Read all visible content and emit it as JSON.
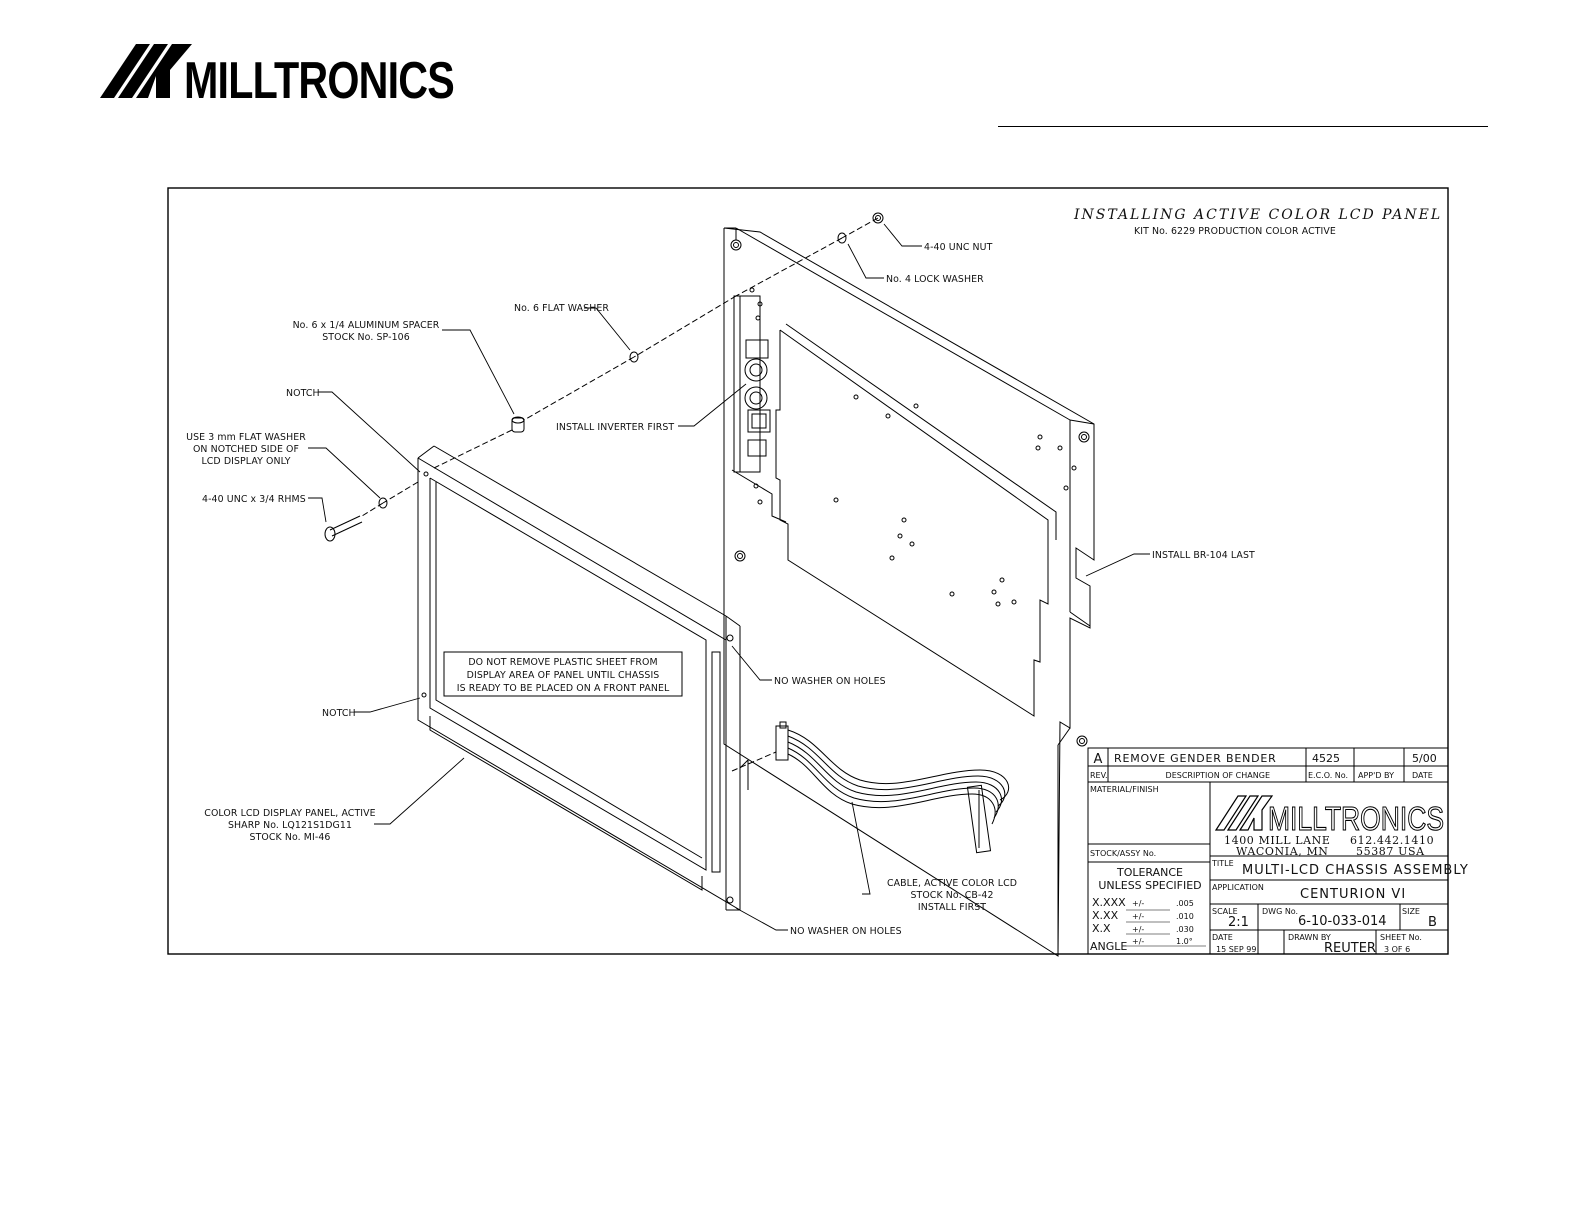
{
  "brand": {
    "logo_text": "MILLTRONICS",
    "color": "#000000"
  },
  "drawing": {
    "title": "INSTALLING ACTIVE COLOR LCD PANEL",
    "subtitle": "KIT No. 6229    PRODUCTION COLOR ACTIVE",
    "callouts": {
      "nut": "4-40 UNC NUT",
      "lock_washer": "No. 4 LOCK WASHER",
      "flat_washer": "No. 6 FLAT WASHER",
      "spacer_1": "No. 6 x 1/4 ALUMINUM SPACER",
      "spacer_2": "STOCK No. SP-106",
      "notch_top": "NOTCH",
      "use_washer_1": "USE 3 mm FLAT WASHER",
      "use_washer_2": "ON NOTCHED SIDE OF",
      "use_washer_3": "LCD DISPLAY ONLY",
      "screw": "4-40 UNC x 3/4 RHMS",
      "inverter": "INSTALL INVERTER FIRST",
      "bracket": "INSTALL BR-104 LAST",
      "no_washer_top": "NO WASHER ON HOLES",
      "notch_bottom": "NOTCH",
      "panel_1": "COLOR LCD DISPLAY PANEL, ACTIVE",
      "panel_2": "SHARP No. LQ121S1DG11",
      "panel_3": "STOCK No. MI-46",
      "cable_1": "CABLE, ACTIVE COLOR LCD",
      "cable_2": "STOCK No. CB-42",
      "cable_3": "INSTALL FIRST",
      "no_washer_bottom": "NO WASHER ON HOLES"
    },
    "warning": [
      "DO NOT REMOVE PLASTIC SHEET FROM",
      "DISPLAY AREA OF PANEL UNTIL CHASSIS",
      "IS READY TO BE  PLACED ON A FRONT PANEL"
    ]
  },
  "title_block": {
    "revision": {
      "rev": "A",
      "description": "REMOVE GENDER BENDER",
      "eco": "4525",
      "approved": "",
      "date": "5/00"
    },
    "headers": {
      "rev": "REV.",
      "description": "DESCRIPTION OF CHANGE",
      "eco": "E.C.O. No.",
      "approved": "APP'D BY",
      "date": "DATE"
    },
    "material_label": "MATERIAL/FINISH",
    "stock_label": "STOCK/ASSY No.",
    "company": {
      "name": "MILLTRONICS",
      "address": "1400 MILL LANE",
      "phone": "612.442.1410",
      "city": "WACONIA, MN",
      "zip": "55387 USA"
    },
    "tolerance": {
      "line1": "TOLERANCE",
      "line2": "UNLESS SPECIFIED",
      "rows": [
        {
          "label": "X.XXX",
          "pm": "+/-",
          "value": ".005"
        },
        {
          "label": "X.XX",
          "pm": "+/-",
          "value": ".010"
        },
        {
          "label": "X.X",
          "pm": "+/-",
          "value": ".030"
        },
        {
          "label": "ANGLE",
          "pm": "+/-",
          "value": "1.0°"
        }
      ]
    },
    "title_label": "TITLE",
    "title_value": "MULTI-LCD CHASSIS ASSEMBLY",
    "application_label": "APPLICATION",
    "application_value": "CENTURION VI",
    "scale_label": "SCALE",
    "scale_value": "2:1",
    "dwg_label": "DWG No.",
    "dwg_value": "6-10-033-014",
    "size_label": "SIZE",
    "size_value": "B",
    "date_label": "DATE",
    "date_value": "15 SEP 99",
    "drawn_label": "DRAWN BY",
    "drawn_value": "REUTER",
    "sheet_label": "SHEET No.",
    "sheet_value": "3 OF 6"
  }
}
